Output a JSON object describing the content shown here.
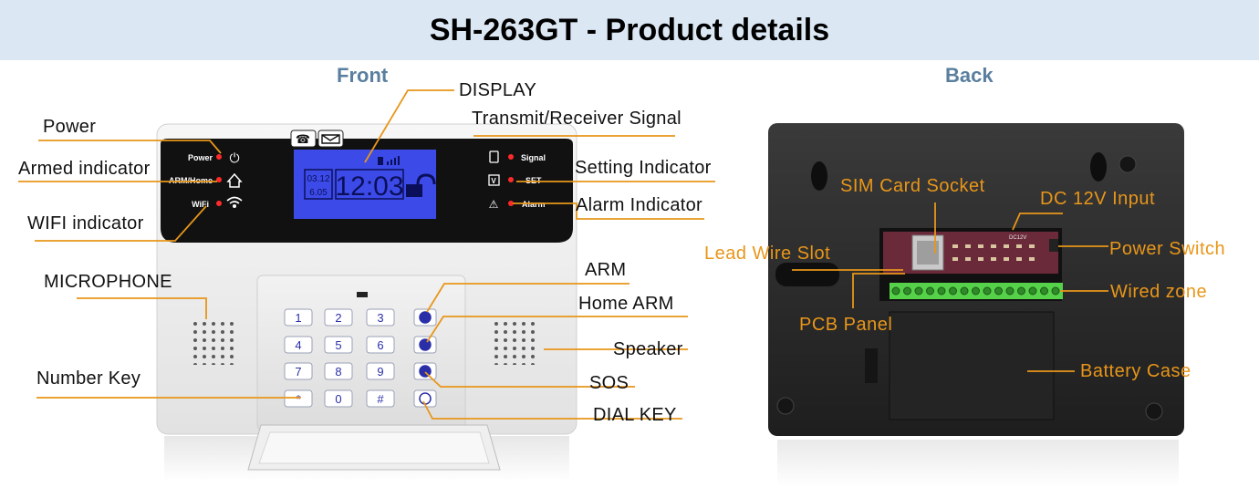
{
  "title": "SH-263GT - Product details",
  "front": {
    "heading": "Front",
    "labels": {
      "display": "DISPLAY",
      "power": "Power",
      "transmit": "Transmit/Receiver Signal",
      "armed": "Armed indicator",
      "setting": "Setting Indicator",
      "wifi": "WIFI indicator",
      "alarm": "Alarm Indicator",
      "microphone": "MICROPHONE",
      "arm": "ARM",
      "home_arm": "Home ARM",
      "speaker": "Speaker",
      "number_key": "Number Key",
      "sos": "SOS",
      "dial_key": "DIAL KEY"
    },
    "device": {
      "led_power": "Power",
      "led_arm_home": "ARM/Home",
      "led_wifi": "WiFi",
      "led_signal": "Signal",
      "led_set": "SET",
      "led_alarm": "Alarm",
      "lcd_date_top": "03.12",
      "lcd_date_bottom": "6.05",
      "lcd_time": "12:03",
      "keys": [
        "1",
        "2",
        "3",
        "4",
        "5",
        "6",
        "7",
        "8",
        "9",
        "*",
        "0",
        "#"
      ]
    }
  },
  "back": {
    "heading": "Back",
    "labels": {
      "sim_socket": "SIM Card Socket",
      "dc_input": "DC 12V Input",
      "lead_wire": "Lead Wire Slot",
      "power_switch": "Power Switch",
      "wired_zone": "Wired zone",
      "pcb_panel": "PCB Panel",
      "battery_case": "Battery Case"
    },
    "board_marking": "DC12V"
  },
  "colors": {
    "banner": "#dbe8f4",
    "heading": "#5a7f9e",
    "leader_line": "#e8961a",
    "back_label": "#e8961a",
    "lcd": "#3c4be8",
    "led": "#ff2a2a",
    "terminal": "#56d24a",
    "pcb": "#6b2a3a"
  }
}
